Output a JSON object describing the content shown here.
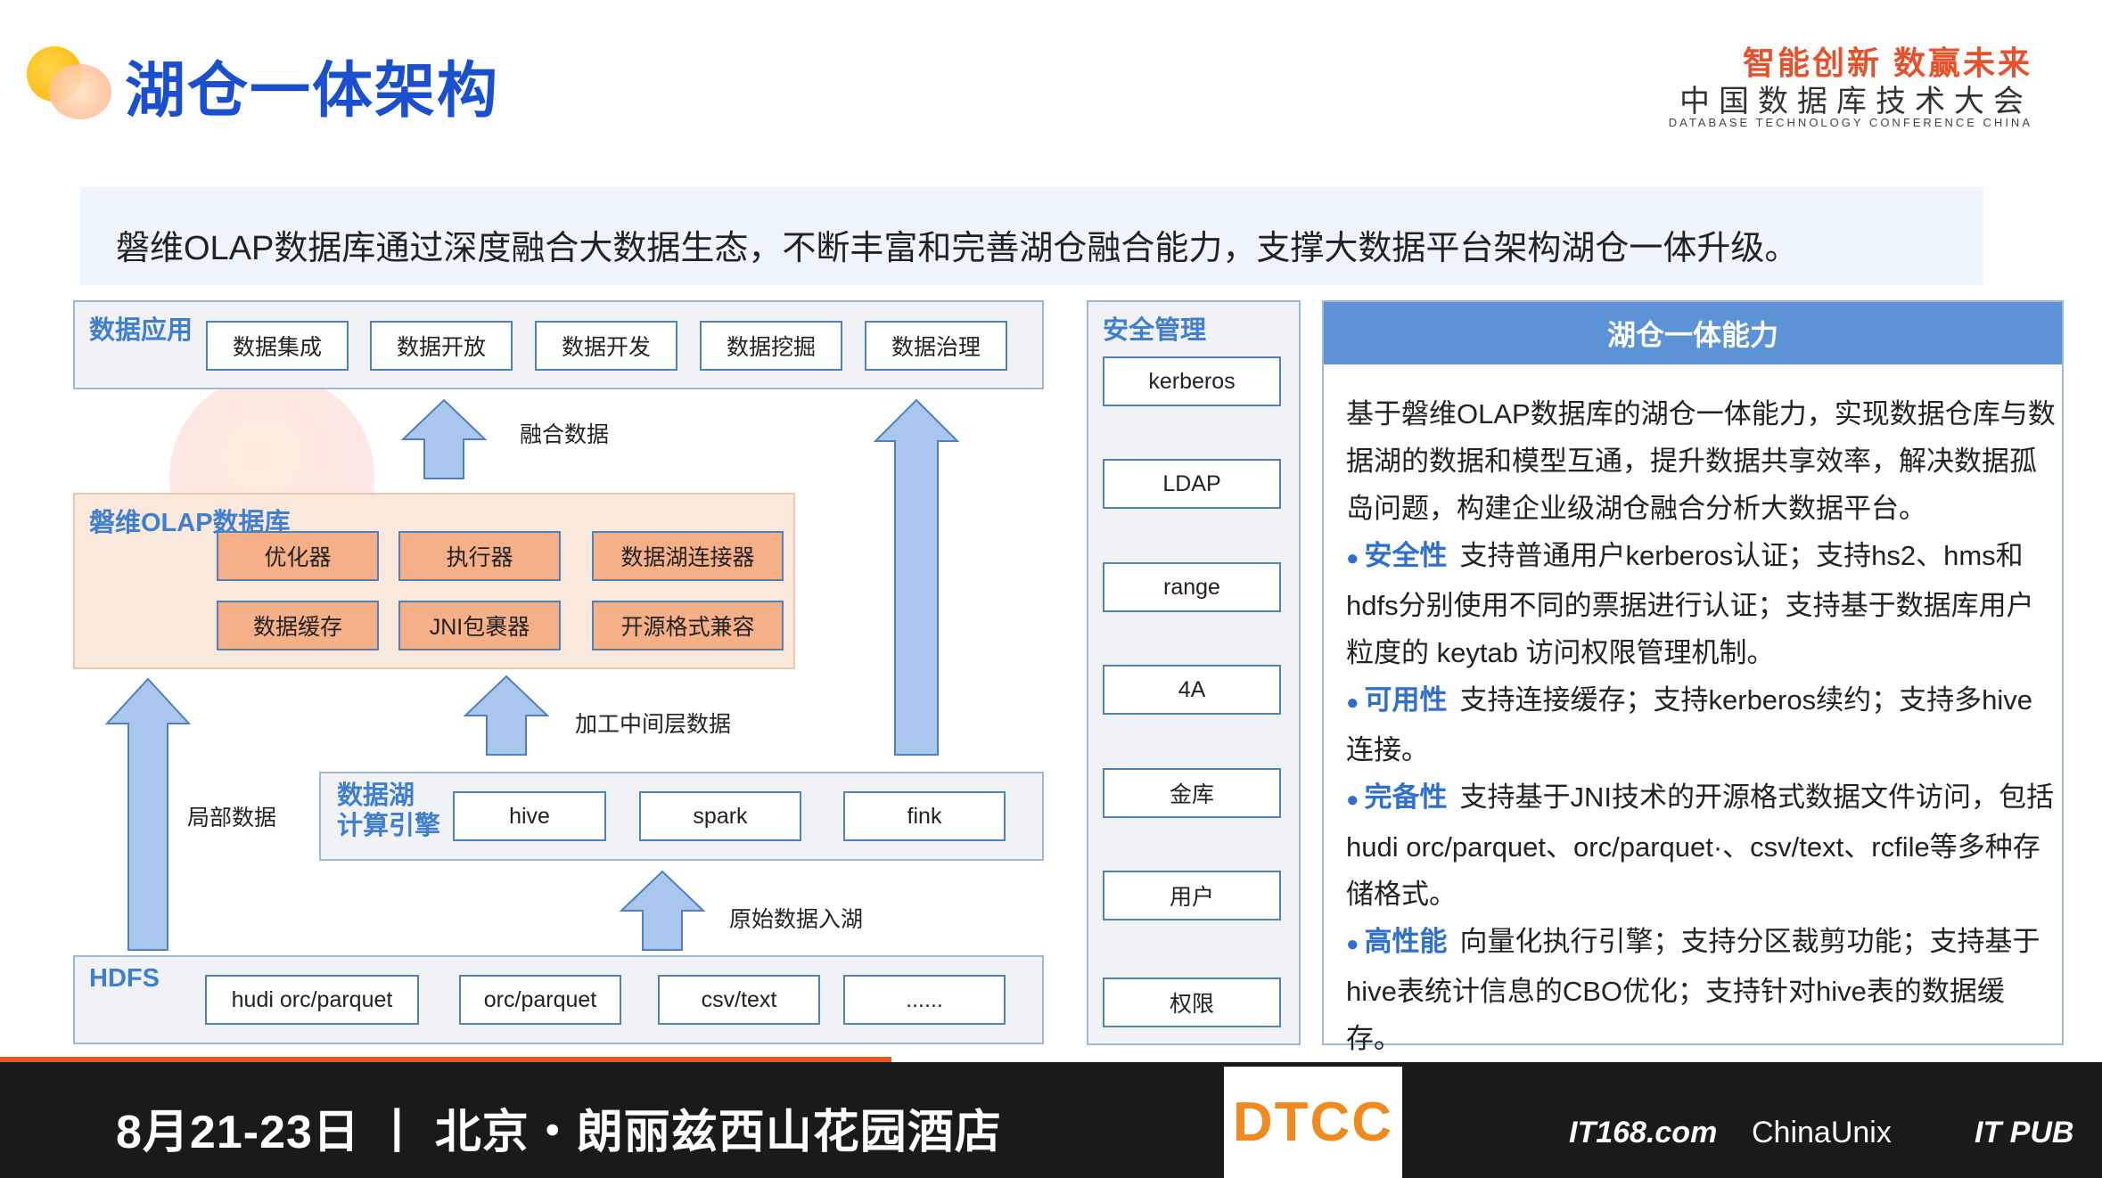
{
  "header": {
    "title": "湖仓一体架构",
    "conf_slogan": "智能创新 数赢未来",
    "conf_name": "中国数据库技术大会",
    "conf_en": "DATABASE TECHNOLOGY CONFERENCE CHINA"
  },
  "intro": "磐维OLAP数据库通过深度融合大数据生态，不断丰富和完善湖仓融合能力，支撑大数据平台架构湖仓一体升级。",
  "diagram": {
    "app_layer": {
      "title": "数据应用",
      "items": [
        "数据集成",
        "数据开放",
        "数据开发",
        "数据挖掘",
        "数据治理"
      ]
    },
    "olap_layer": {
      "title": "磐维OLAP数据库",
      "items": [
        "优化器",
        "执行器",
        "数据湖连接器",
        "数据缓存",
        "JNI包裹器",
        "开源格式兼容"
      ]
    },
    "lake_engine": {
      "title_line1": "数据湖",
      "title_line2": "计算引擎",
      "items": [
        "hive",
        "spark",
        "fink"
      ]
    },
    "hdfs": {
      "title": "HDFS",
      "items": [
        "hudi orc/parquet",
        "orc/parquet",
        "csv/text",
        "......"
      ]
    },
    "security": {
      "title": "安全管理",
      "items": [
        "kerberos",
        "LDAP",
        "range",
        "4A",
        "金库",
        "用户",
        "权限"
      ]
    },
    "labels": {
      "fused_data": "融合数据",
      "intermediate_data": "加工中间层数据",
      "partial_data": "局部数据",
      "raw_ingest": "原始数据入湖"
    }
  },
  "capability": {
    "title": "湖仓一体能力",
    "intro": "基于磐维OLAP数据库的湖仓一体能力，实现数据仓库与数据湖的数据和模型互通，提升数据共享效率，解决数据孤岛问题，构建企业级湖仓融合分析大数据平台。",
    "items": [
      {
        "key": "安全性",
        "text": "支持普通用户kerberos认证；支持hs2、hms和hdfs分别使用不同的票据进行认证；支持基于数据库用户粒度的 keytab 访问权限管理机制。"
      },
      {
        "key": "可用性",
        "text": "支持连接缓存；支持kerberos续约；支持多hive连接。"
      },
      {
        "key": "完备性",
        "text": "支持基于JNI技术的开源格式数据文件访问，包括hudi orc/parquet、orc/parquet·、csv/text、rcfile等多种存储格式。"
      },
      {
        "key": "高性能",
        "text": "向量化执行引擎；支持分区裁剪功能；支持基于hive表统计信息的CBO优化；支持针对hive表的数据缓存。"
      }
    ]
  },
  "footer": {
    "event": "8月21-23日 丨 北京・朗丽兹西山花园酒店",
    "dtcc": "DTCC",
    "sponsor_itpub": "IT PUB",
    "sponsor_it168": "IT168.com",
    "sponsor_chinaunix": "ChinaUnix"
  },
  "colors": {
    "title_blue": "#1a4fd0",
    "accent_orange": "#e8502a",
    "box_orange": "#f6b088",
    "header_blue": "#5b93d6"
  }
}
